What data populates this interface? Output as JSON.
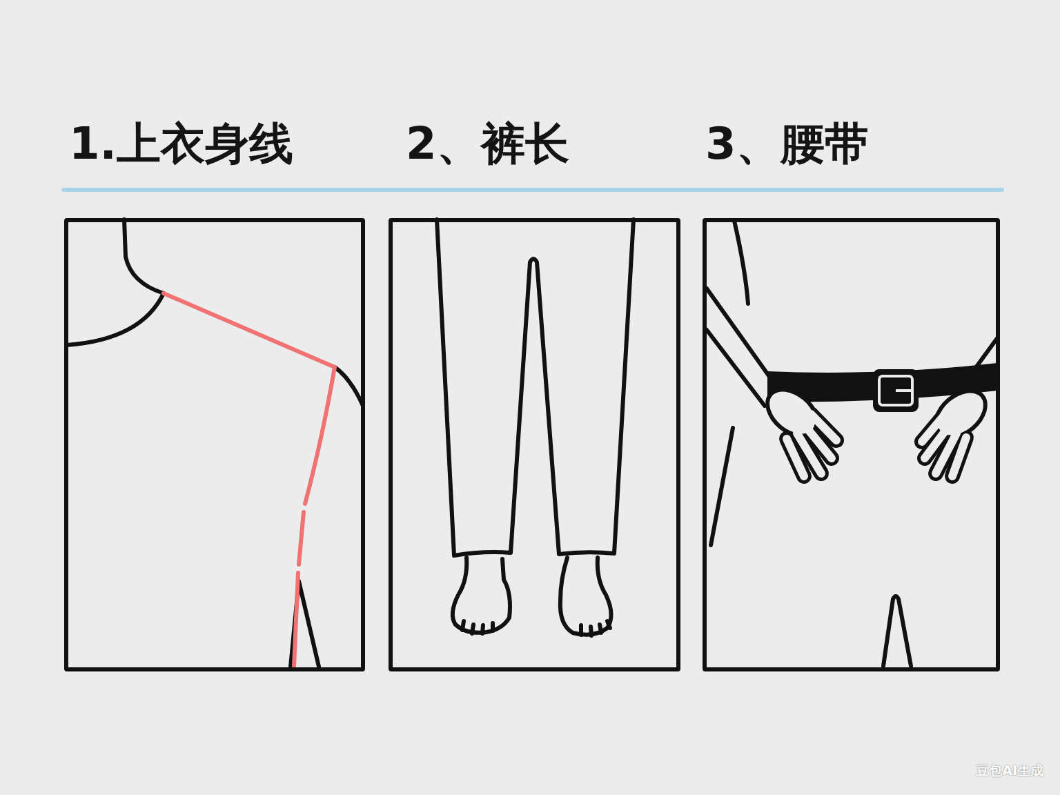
{
  "diagram": {
    "nodes": [
      {
        "text": [
          "1.上衣身线"
        ]
      },
      {
        "text": [
          "2、裤长"
        ]
      },
      {
        "text": [
          "3、腰带"
        ]
      }
    ],
    "labels": [
      "豆包AI生成"
    ]
  }
}
